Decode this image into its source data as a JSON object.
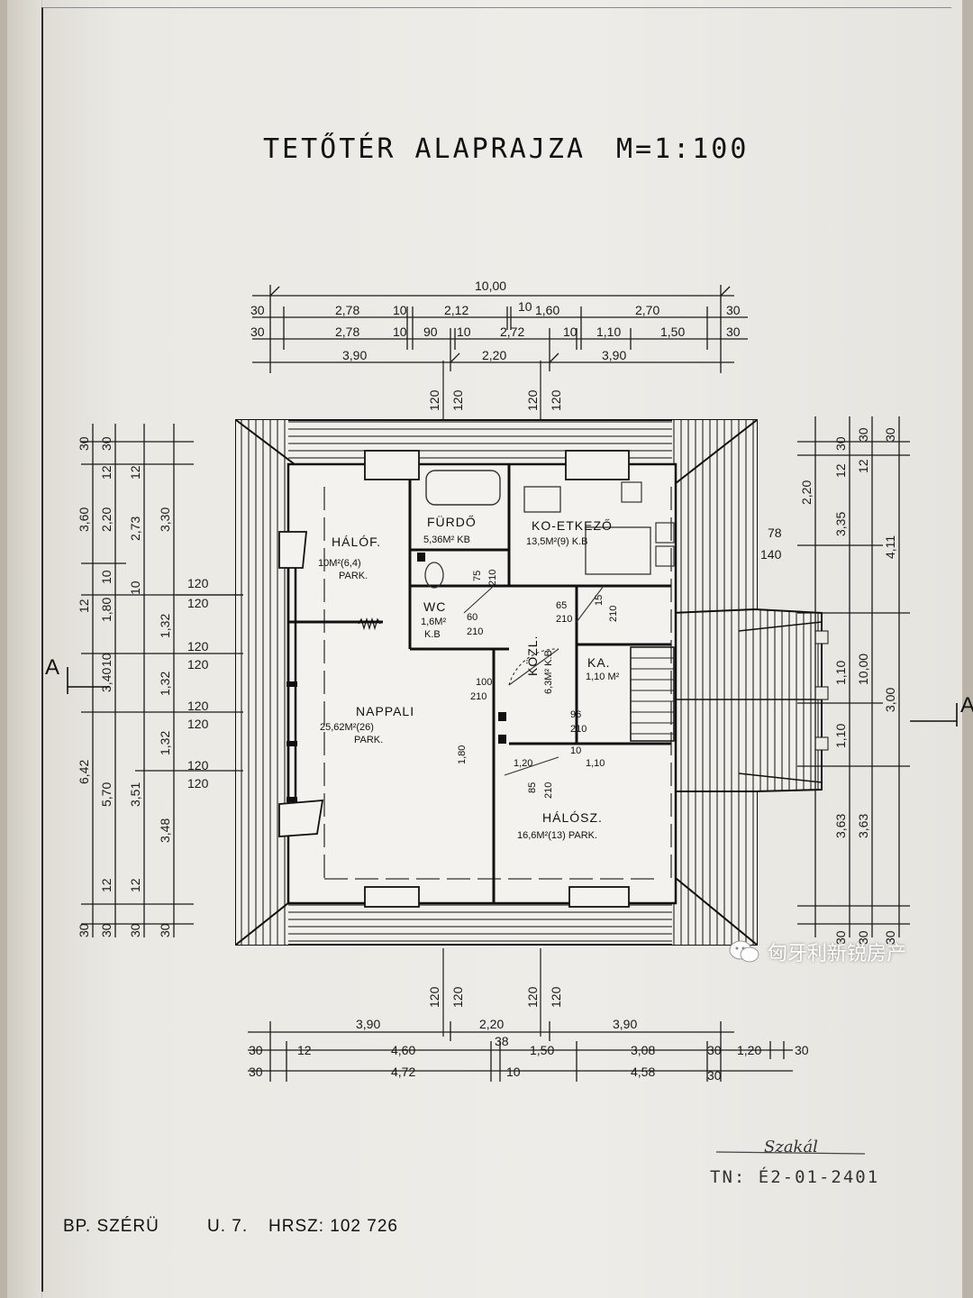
{
  "title": {
    "name": "TETŐTÉR ALAPRAJZA",
    "scale": "M=1:100"
  },
  "dimensions": {
    "top_total": "10,00",
    "top_row1": [
      "30",
      "2,78",
      "10",
      "2,12",
      "10",
      "1,60",
      "2,70",
      "30"
    ],
    "top_row2": [
      "30",
      "2,78",
      "10",
      "90",
      "10",
      "2,72",
      "10",
      "1,10",
      "1,50",
      "30"
    ],
    "top_row3": [
      "3,90",
      "2,20",
      "3,90"
    ],
    "window_heights": [
      "120",
      "120",
      "120",
      "120"
    ],
    "bottom_row1": [
      "3,90",
      "2,20",
      "3,90"
    ],
    "bottom_row2": [
      "30",
      "12",
      "4,60",
      "38",
      "1,50",
      "3,08",
      "30",
      "1,20",
      "30"
    ],
    "bottom_row3": [
      "30",
      "4,72",
      "10",
      "4,58",
      "30"
    ],
    "left_col1": [
      "30",
      "3,60",
      "12",
      "1,80",
      "10",
      "6,42",
      "30"
    ],
    "left_col2": [
      "30",
      "2,20",
      "12",
      "10",
      "3,40",
      "5,70",
      "12",
      "30"
    ],
    "left_col3": [
      "12",
      "2,73",
      "10",
      "3,51",
      "12",
      "30"
    ],
    "left_col4": [
      "3,30",
      "1,32",
      "1,32",
      "1,32",
      "3,48",
      "30"
    ],
    "right_col1": [
      "30",
      "2,20",
      "12",
      "1,10",
      "1,10",
      "3,63",
      "30"
    ],
    "right_col2": [
      "30",
      "12",
      "3,35",
      "10,00",
      "3,63",
      "30"
    ],
    "right_col3": [
      "30",
      "4,11",
      "3,00",
      "30"
    ],
    "right_extra": [
      "78",
      "140"
    ],
    "left_windows": [
      "120",
      "120",
      "120",
      "120",
      "120",
      "120",
      "120",
      "120"
    ]
  },
  "rooms": [
    {
      "name": "HÁLÓF.",
      "area": "10M²(6,4)",
      "floor": "PARK."
    },
    {
      "name": "FÜRDŐ",
      "area": "5,36M² KB"
    },
    {
      "name": "KO-ETKEZŐ",
      "area": "13,5M²(9) K.B"
    },
    {
      "name": "WC",
      "area": "1,6M²",
      "floor": "K.B"
    },
    {
      "name": "KÖZL.",
      "area": "6,3M² K.B"
    },
    {
      "name": "KA.",
      "area": "1,10 M²"
    },
    {
      "name": "NAPPALI",
      "area": "25,62M²(26)",
      "floor": "PARK."
    },
    {
      "name": "HÁLÓSZ.",
      "area": "16,6M²(13) PARK."
    }
  ],
  "door_labels": [
    "75",
    "210",
    "60",
    "210",
    "65",
    "210",
    "15",
    "210",
    "100",
    "210",
    "96",
    "210",
    "1,20",
    "1,10",
    "85",
    "210",
    "1,80",
    "10"
  ],
  "section_marks": [
    "A",
    "A"
  ],
  "footer": {
    "address": "BP. SZÉRÜ",
    "number": "U. 7.",
    "hrsz": "HRSZ: 102 726"
  },
  "signature": {
    "name": "Szakál",
    "tn": "TN: É2-01-2401"
  },
  "watermark": {
    "text": "匈牙利新锐房产"
  }
}
